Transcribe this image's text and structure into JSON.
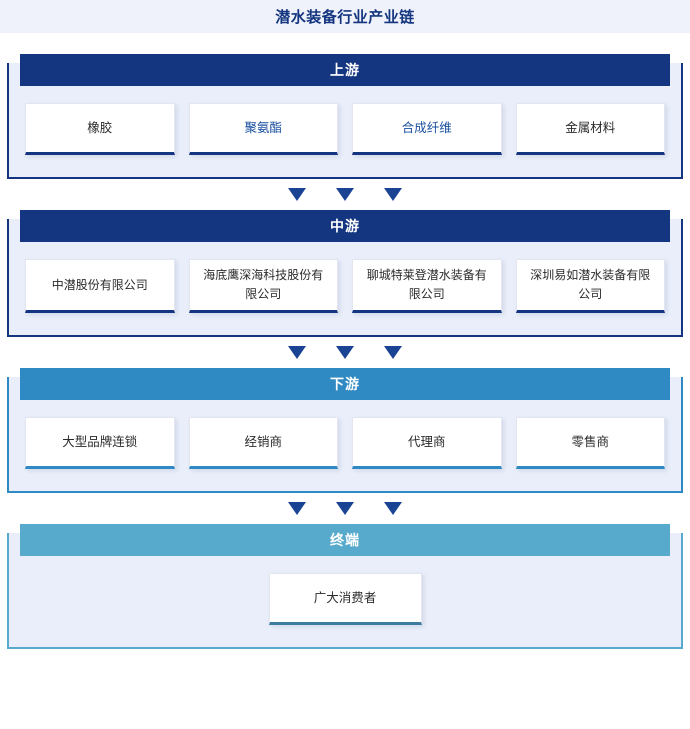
{
  "title": "潜水装备行业产业链",
  "colors": {
    "title_text": "#14357f",
    "title_band_bg": "#eff2fb",
    "upstream_header": "#14357f",
    "midstream_header": "#14357f",
    "downstream_header": "#2f89c2",
    "terminal_header": "#57aacb",
    "section_body_bg": "#e9eefa",
    "card_bg": "#ffffff",
    "card_text": "#2b2b2b",
    "card_text_accent": "#1a4fa0",
    "arrow": "#1a4493"
  },
  "arrow_icon": "triangle-down-icon",
  "arrow_count": 3,
  "sections": [
    {
      "key": "upstream",
      "header": "上游",
      "cards": [
        {
          "label": "橡胶",
          "accent": false
        },
        {
          "label": "聚氨酯",
          "accent": true
        },
        {
          "label": "合成纤维",
          "accent": true
        },
        {
          "label": "金属材料",
          "accent": false
        }
      ]
    },
    {
      "key": "midstream",
      "header": "中游",
      "cards": [
        {
          "label": "中潜股份有限公司",
          "accent": false
        },
        {
          "label": "海底鹰深海科技股份有限公司",
          "accent": false
        },
        {
          "label": "聊城特莱登潜水装备有限公司",
          "accent": false
        },
        {
          "label": "深圳易如潜水装备有限公司",
          "accent": false
        }
      ]
    },
    {
      "key": "downstream",
      "header": "下游",
      "cards": [
        {
          "label": "大型品牌连锁",
          "accent": false
        },
        {
          "label": "经销商",
          "accent": false
        },
        {
          "label": "代理商",
          "accent": false
        },
        {
          "label": "零售商",
          "accent": false
        }
      ]
    },
    {
      "key": "terminal",
      "header": "终端",
      "cards": [
        {
          "label": "广大消费者",
          "accent": false
        }
      ]
    }
  ]
}
